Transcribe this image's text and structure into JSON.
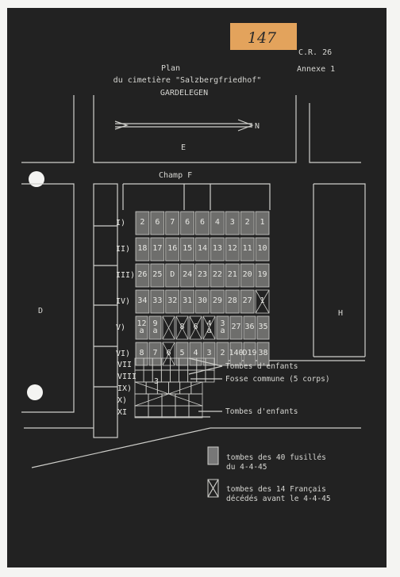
{
  "stamp": "147",
  "ref": {
    "code": "C.R. 26",
    "annex": "Annexe 1"
  },
  "title": {
    "line1": "Plan",
    "line2": "du cimetière \"Salzbergfriedhof\"",
    "line3": "GARDELEGEN"
  },
  "compass": {
    "north": "N",
    "east": "E"
  },
  "zones": {
    "F": "Champ F",
    "D": "D",
    "H": "H"
  },
  "rows": [
    {
      "label": "I)",
      "cells": [
        "2",
        "6",
        "7",
        "6",
        "6",
        "4",
        "3",
        "2",
        "1"
      ],
      "crossed": []
    },
    {
      "label": "II)",
      "cells": [
        "18",
        "17",
        "16",
        "15",
        "14",
        "13",
        "12",
        "11",
        "10"
      ],
      "crossed": []
    },
    {
      "label": "III)",
      "cells": [
        "26",
        "25",
        "D",
        "24",
        "23",
        "22",
        "21",
        "20",
        "19"
      ],
      "crossed": []
    },
    {
      "label": "IV)",
      "cells": [
        "34",
        "33",
        "32",
        "31",
        "30",
        "29",
        "28",
        "27",
        "1"
      ],
      "crossed": [
        8
      ]
    },
    {
      "label": "V)",
      "cells": [
        "12\na",
        "9\na",
        "",
        "8",
        "6",
        "4\na",
        "3\na",
        "27",
        "36",
        "35"
      ],
      "crossed": [
        2,
        3,
        4,
        5
      ]
    },
    {
      "label": "VI)",
      "cells": [
        "8",
        "7",
        "6",
        "5",
        "4",
        "3",
        "2",
        "140",
        "D19",
        "38"
      ],
      "crossed": [
        2
      ]
    }
  ],
  "lower_rows": [
    "VII",
    "VIII",
    "IX)",
    "X)",
    "XI"
  ],
  "lower_cell": "3",
  "annotations": {
    "enfants1": "Tombes d'enfants",
    "fosse": "Fosse commune (5 corps)",
    "enfants2": "Tombes d'enfants"
  },
  "legend": {
    "shaded_1": "tombes des 40 fusillés",
    "shaded_2": "du 4-4-45",
    "crossed_1": "tombes des 14 Français",
    "crossed_2": "décédés avant le 4-4-45"
  },
  "colors": {
    "page": "#f4f4f2",
    "sheet": "#222222",
    "ink": "#d6d6d2",
    "stamp": "#e3a35c"
  }
}
